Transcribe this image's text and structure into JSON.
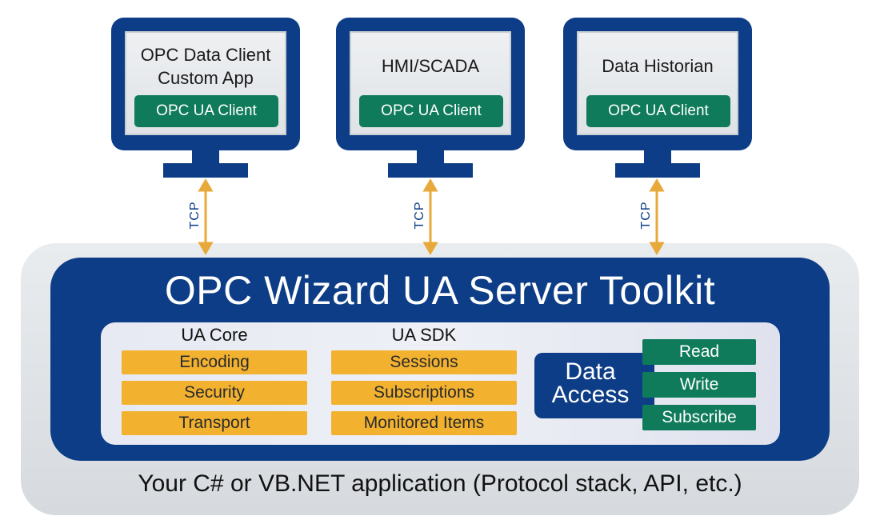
{
  "clients": [
    {
      "title_lines": [
        "OPC Data Client",
        "Custom App"
      ],
      "client_label": "OPC UA Client"
    },
    {
      "title_lines": [
        "HMI/SCADA"
      ],
      "client_label": "OPC UA Client"
    },
    {
      "title_lines": [
        "Data Historian"
      ],
      "client_label": "OPC UA Client"
    }
  ],
  "links": [
    "TCP",
    "TCP",
    "TCP"
  ],
  "toolkit": {
    "title": "OPC Wizard UA Server Toolkit",
    "ua_core": {
      "heading": "UA Core",
      "items": [
        "Encoding",
        "Security",
        "Transport"
      ]
    },
    "ua_sdk": {
      "heading": "UA SDK",
      "items": [
        "Sessions",
        "Subscriptions",
        "Monitored Items"
      ]
    },
    "data_access": {
      "label_lines": [
        "Data",
        "Access"
      ],
      "items": [
        "Read",
        "Write",
        "Subscribe"
      ]
    }
  },
  "application_label": "Your C# or VB.NET application (Protocol stack, API, etc.)",
  "colors": {
    "navy": "#0c3d86",
    "green": "#0f7b5a",
    "amber": "#f2b230",
    "link_gold": "#e7a93a"
  }
}
